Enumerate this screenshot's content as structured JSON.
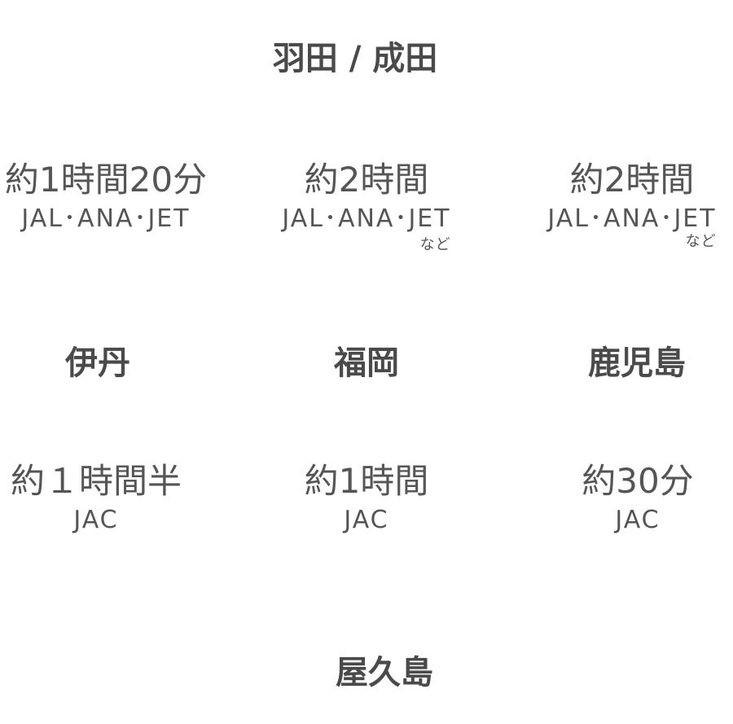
{
  "origin": "羽田 / 成田",
  "hubs": [
    {
      "name": "伊丹",
      "time": "約1時間20分",
      "airline": "JAL･ANA･JET",
      "etc": ""
    },
    {
      "name": "福岡",
      "time": "約2時間",
      "airline": "JAL･ANA･JET",
      "etc": "など"
    },
    {
      "name": "鹿児島",
      "time": "約2時間",
      "airline": "JAL･ANA･JET",
      "etc": "など"
    }
  ],
  "destination_routes": [
    {
      "time": "約１時間半",
      "airline": "JAC"
    },
    {
      "time": "約1時間",
      "airline": "JAC"
    },
    {
      "time": "約30分",
      "airline": "JAC"
    }
  ],
  "destination": "屋久島"
}
